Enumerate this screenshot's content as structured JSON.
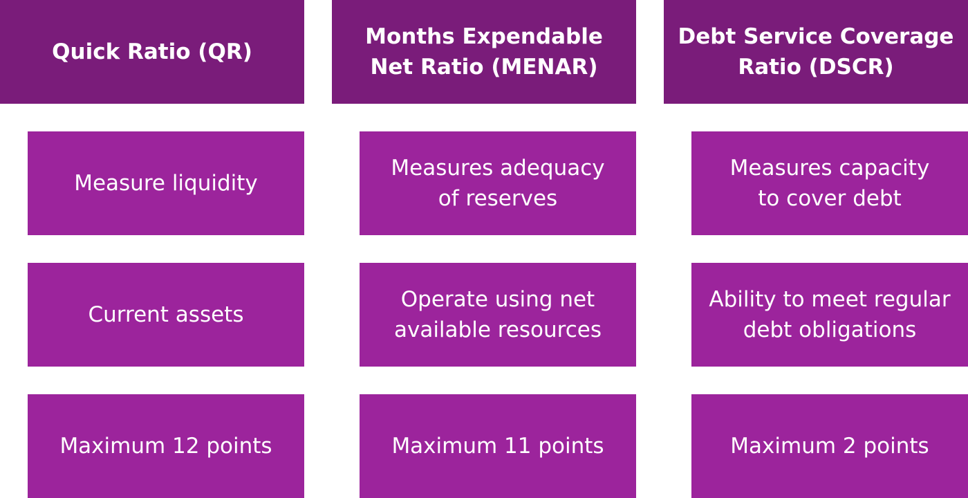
{
  "columns": [
    {
      "title": "Quick Ratio (QR)",
      "items": [
        "Measure liquidity",
        "Current assets",
        "Maximum 12 points"
      ]
    },
    {
      "title": "Months Expendable\nNet Ratio (MENAR)",
      "items": [
        "Measures adequacy\nof reserves",
        "Operate using net\navailable resources",
        "Maximum 11 points"
      ]
    },
    {
      "title": "Debt Service Coverage\nRatio (DSCR)",
      "items": [
        "Measures capacity\nto cover debt",
        "Ability to meet regular\ndebt obligations",
        "Maximum 2 points"
      ]
    }
  ],
  "colors": {
    "header": "#7a1c7a",
    "cell": "#9c249c",
    "text": "#ffffff"
  }
}
